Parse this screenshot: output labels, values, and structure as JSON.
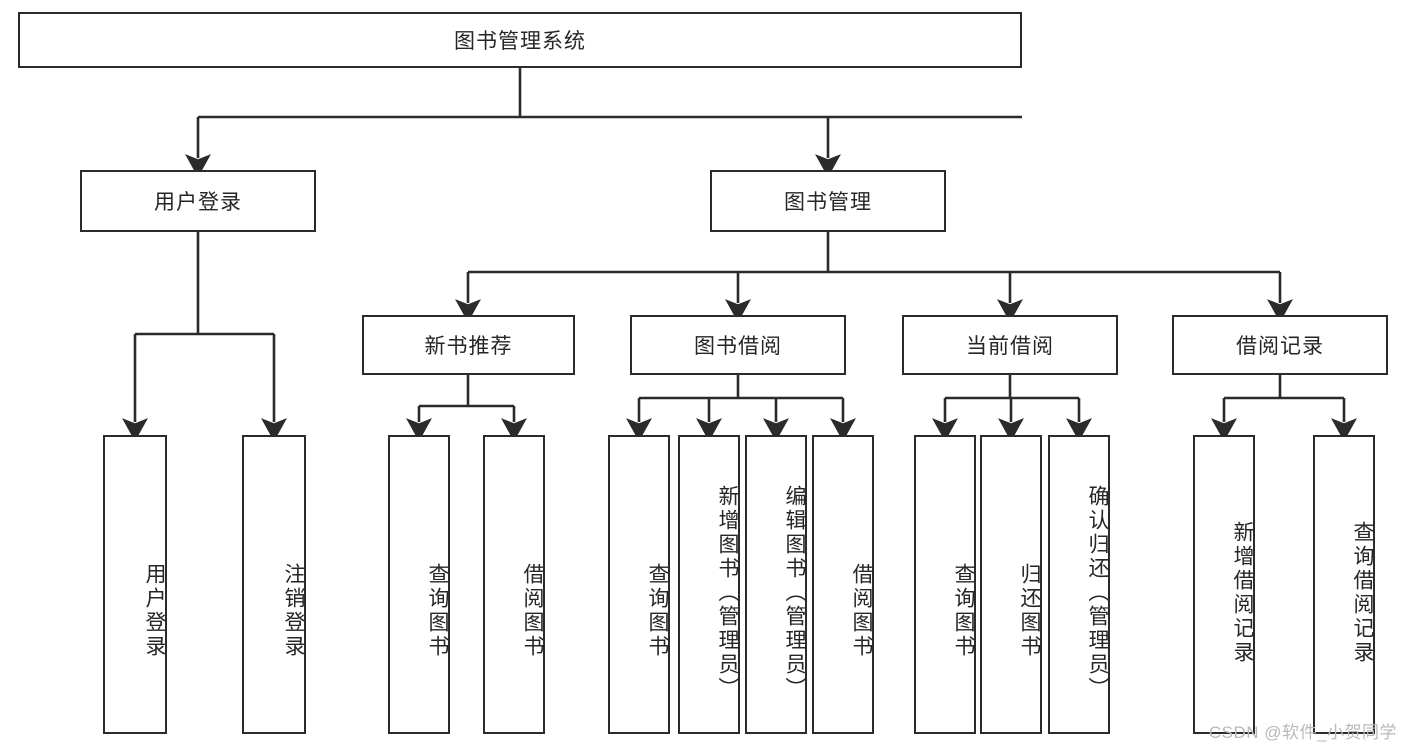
{
  "diagram": {
    "title": "图书管理系统",
    "type": "hierarchy-tree",
    "root": {
      "label": "图书管理系统"
    },
    "level2": [
      {
        "label": "用户登录"
      },
      {
        "label": "图书管理"
      }
    ],
    "level3": [
      {
        "label": "新书推荐"
      },
      {
        "label": "图书借阅"
      },
      {
        "label": "当前借阅"
      },
      {
        "label": "借阅记录"
      }
    ],
    "leaves": {
      "user_login": [
        {
          "label": "用户登录"
        },
        {
          "label": "注销登录"
        }
      ],
      "new_book_recommend": [
        {
          "label": "查询图书"
        },
        {
          "label": "借阅图书"
        }
      ],
      "book_borrow": [
        {
          "label": "查询图书"
        },
        {
          "label": "新增图书（管理员）"
        },
        {
          "label": "编辑图书（管理员）"
        },
        {
          "label": "借阅图书"
        }
      ],
      "current_borrow": [
        {
          "label": "查询图书"
        },
        {
          "label": "归还图书"
        },
        {
          "label": "确认归还（管理员）"
        }
      ],
      "borrow_record": [
        {
          "label": "新增借阅记录"
        },
        {
          "label": "查询借阅记录"
        }
      ]
    }
  },
  "watermark": {
    "text": "CSDN @软件_小贺同学"
  },
  "colors": {
    "stroke": "#2b2b2b",
    "fill": "#ffffff",
    "text": "#262626",
    "watermark": "#b9b9b9"
  }
}
